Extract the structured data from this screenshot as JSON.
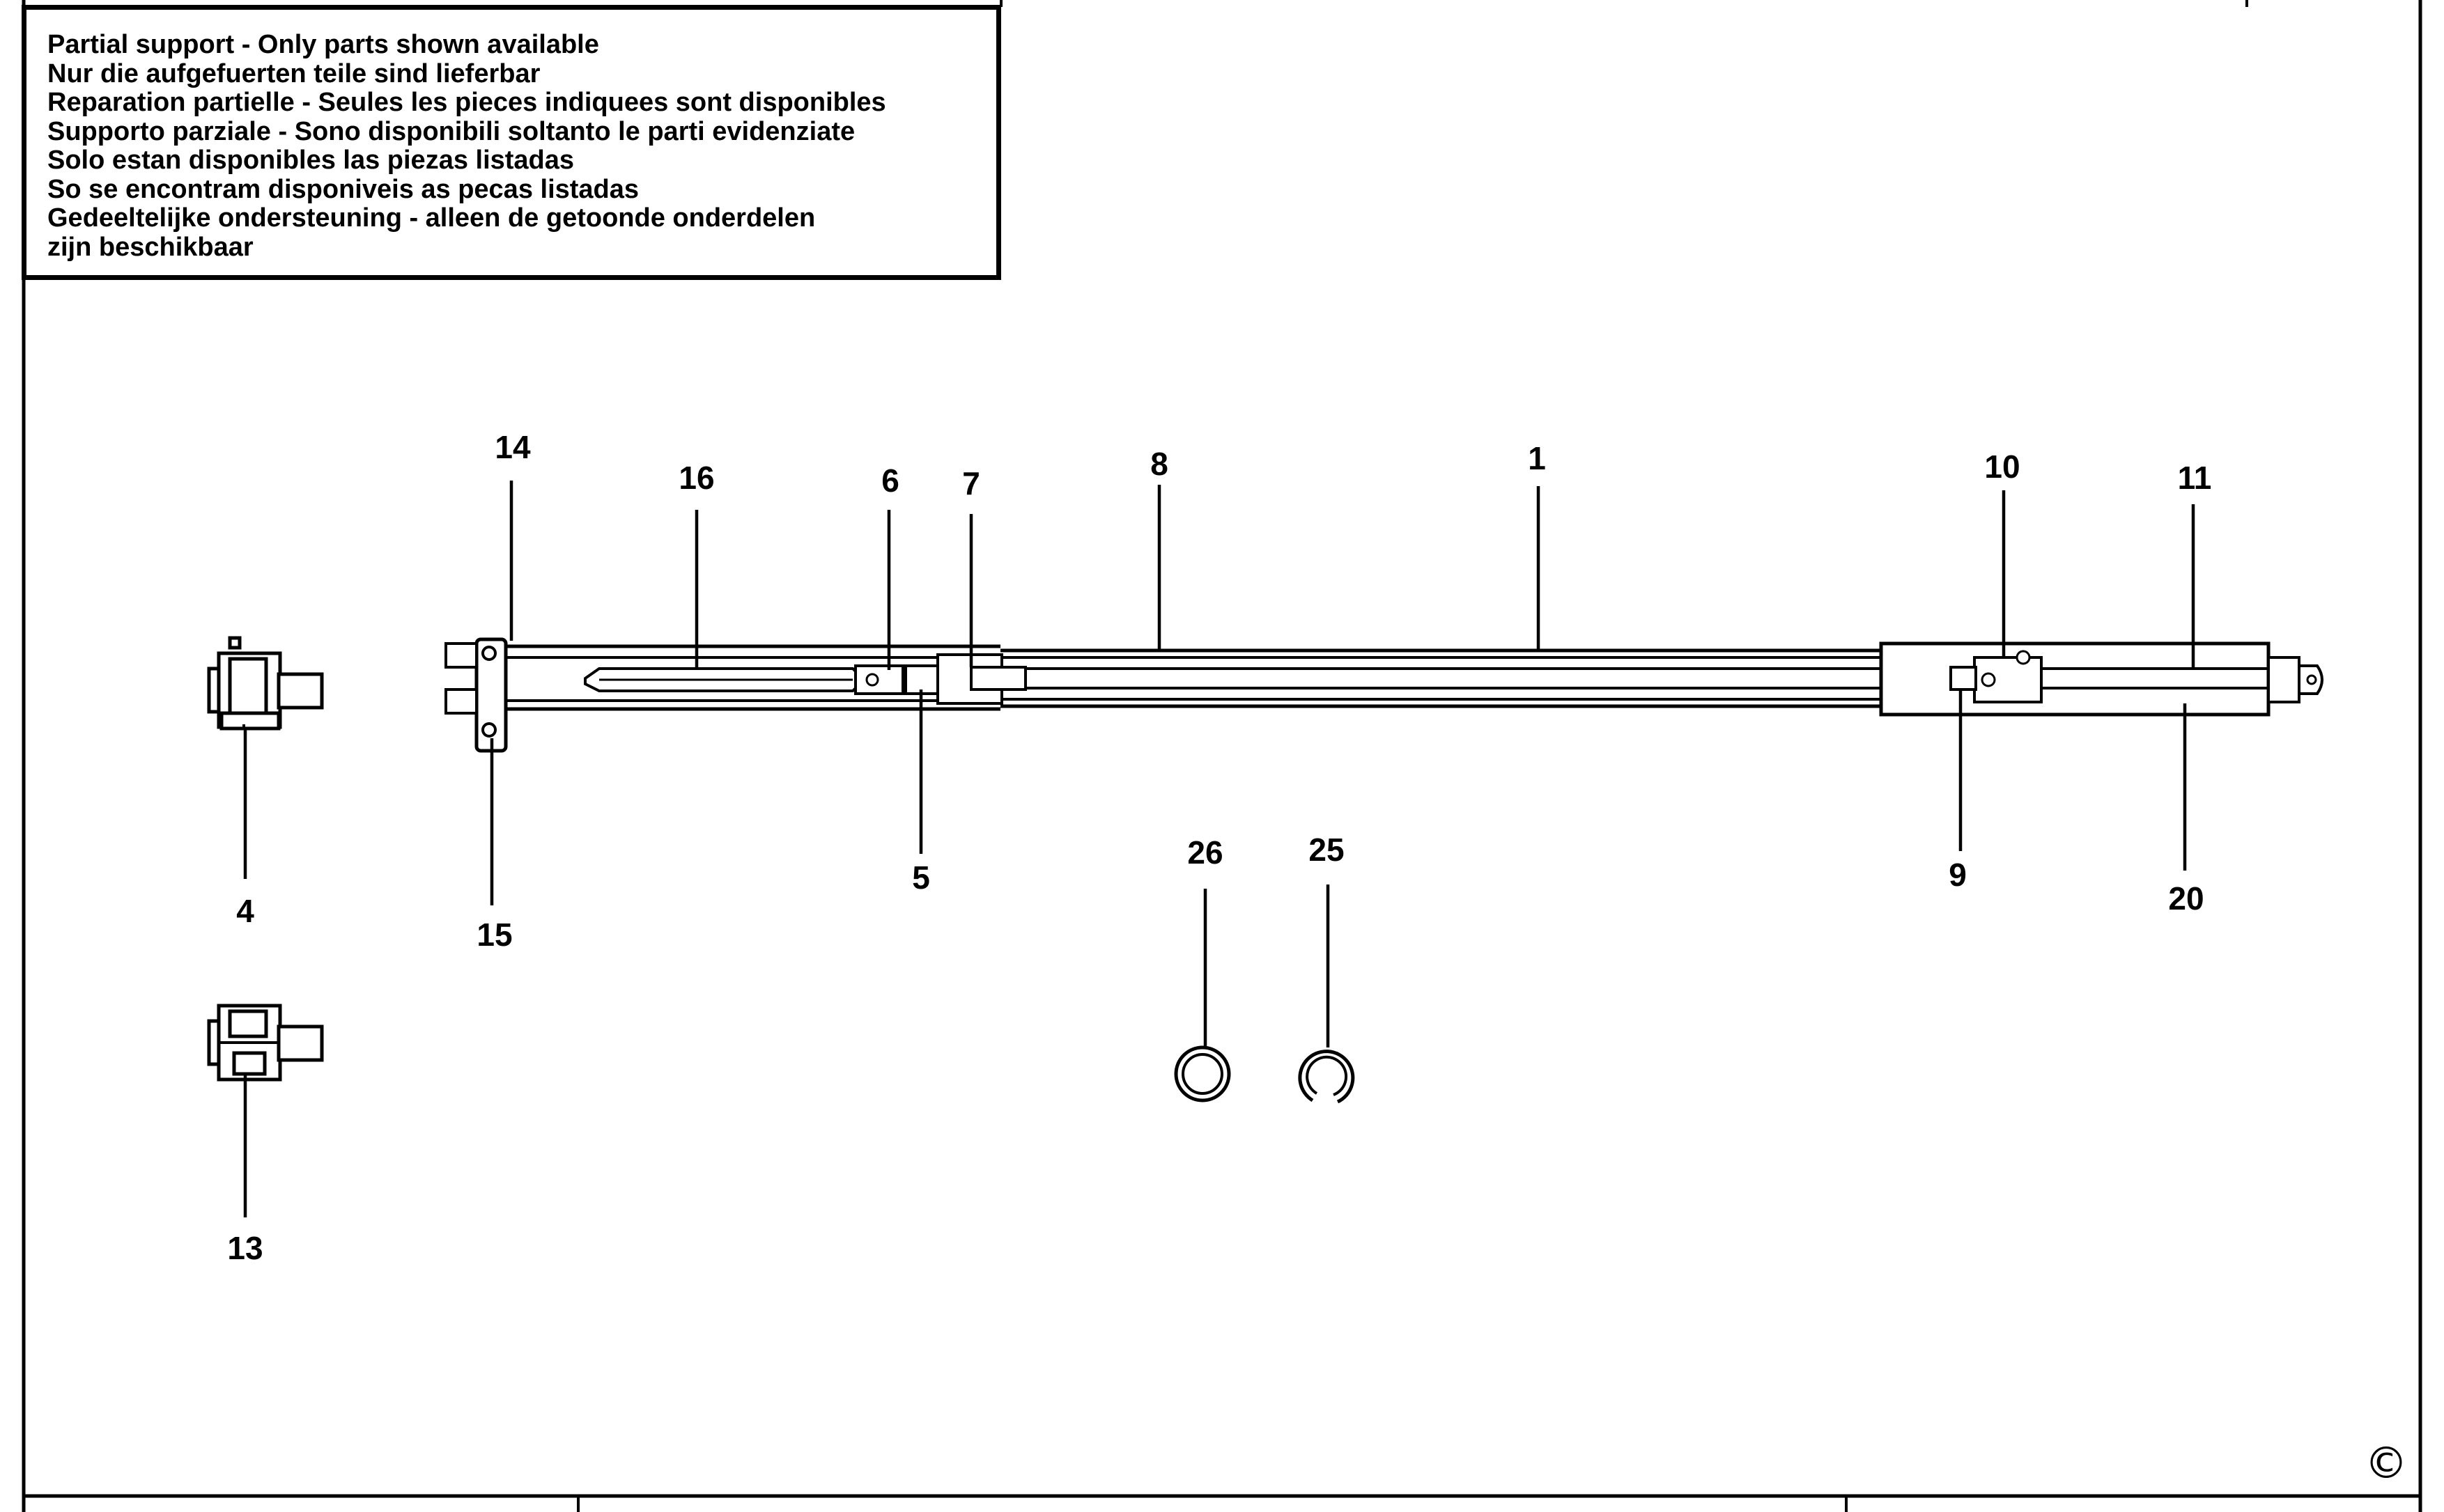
{
  "notice": {
    "lines": [
      "Partial support - Only parts shown available",
      "Nur die aufgefuerten teile sind lieferbar",
      "Reparation partielle - Seules les pieces indiquees sont disponibles",
      "Supporto parziale - Sono disponibili soltanto le parti evidenziate",
      "Solo estan disponibles las piezas listadas",
      "So se encontram disponiveis as pecas listadas",
      "Gedeeltelijke ondersteuning - alleen de getoonde onderdelen",
      "zijn beschikbaar"
    ]
  },
  "callouts": {
    "c1": "1",
    "c4": "4",
    "c5": "5",
    "c6": "6",
    "c7": "7",
    "c8": "8",
    "c9": "9",
    "c10": "10",
    "c11": "11",
    "c13": "13",
    "c14": "14",
    "c15": "15",
    "c16": "16",
    "c20": "20",
    "c25": "25",
    "c26": "26"
  },
  "copyright_symbol": "©"
}
